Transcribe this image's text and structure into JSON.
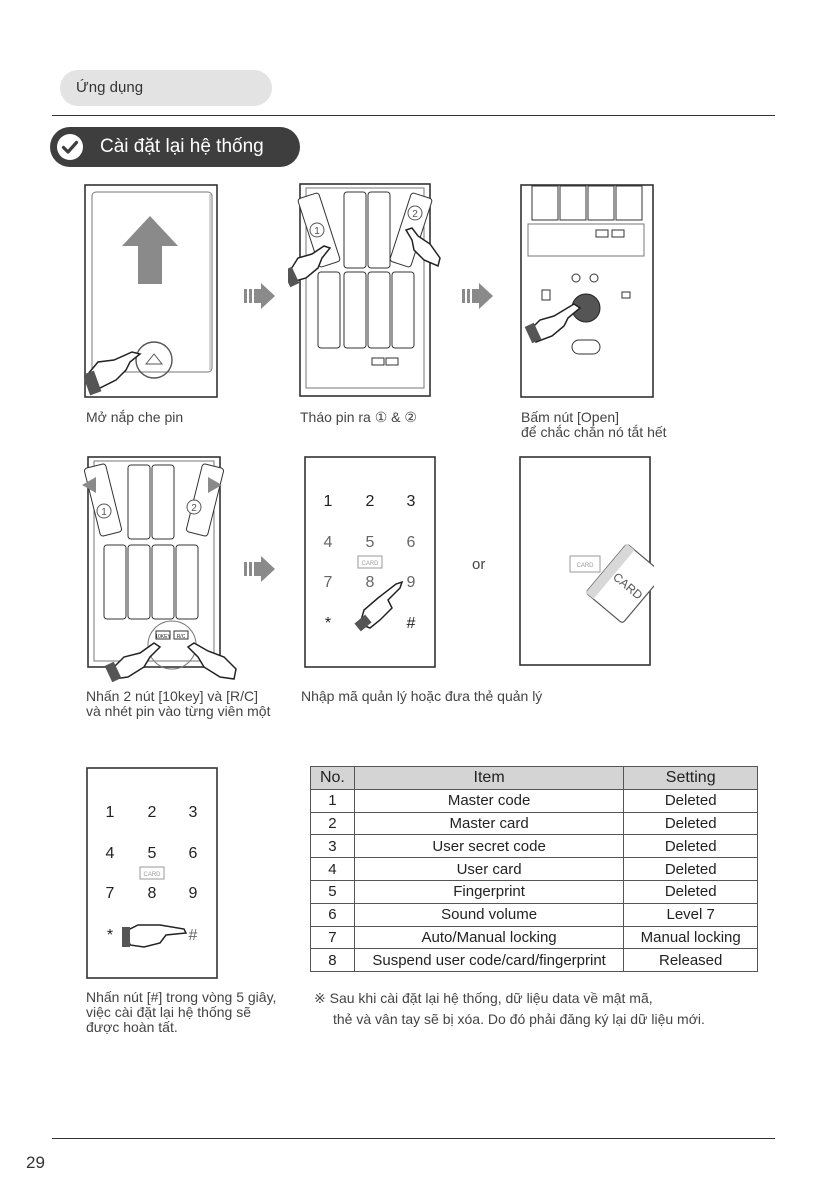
{
  "header": {
    "tag": "Ứng dụng",
    "section_title": "Cài đặt lại hệ thống"
  },
  "steps": {
    "step1_caption": "Mở nắp che pin",
    "step2_caption": "Tháo pin ra ① & ②",
    "step3_caption_line1": "Bấm nút [Open]",
    "step3_caption_line2": "để chắc chắn nó tắt hết",
    "step4_caption_line1": "Nhấn 2 nút [10key] và [R/C]",
    "step4_caption_line2": "và nhét pin vào từng viên một",
    "step5_caption": "Nhập mã quản lý hoặc đưa thẻ quản lý",
    "or_label": "or",
    "step6_caption_line1": "Nhấn nút [#] trong vòng 5 giây,",
    "step6_caption_line2": "việc cài đặt lại hệ thống sẽ",
    "step6_caption_line3": "được hoàn tất."
  },
  "figures": {
    "battery_marker_1": "1",
    "battery_marker_2": "2",
    "button_label_10key": "10KEY",
    "button_label_rc": "R/C",
    "card_icon_label": "CARD",
    "card_label": "CARD",
    "keypad_keys": [
      "1",
      "2",
      "3",
      "4",
      "5",
      "6",
      "7",
      "8",
      "9",
      "*",
      "#"
    ]
  },
  "table": {
    "headers": [
      "No.",
      "Item",
      "Setting"
    ],
    "rows": [
      {
        "no": "1",
        "item": "Master code",
        "setting": "Deleted"
      },
      {
        "no": "2",
        "item": "Master card",
        "setting": "Deleted"
      },
      {
        "no": "3",
        "item": "User secret code",
        "setting": "Deleted"
      },
      {
        "no": "4",
        "item": "User card",
        "setting": "Deleted"
      },
      {
        "no": "5",
        "item": "Fingerprint",
        "setting": "Deleted"
      },
      {
        "no": "6",
        "item": "Sound volume",
        "setting": "Level 7"
      },
      {
        "no": "7",
        "item": "Auto/Manual locking",
        "setting": "Manual locking"
      },
      {
        "no": "8",
        "item": "Suspend user code/card/fingerprint",
        "setting": "Released"
      }
    ]
  },
  "note": {
    "symbol": "※",
    "line1": "Sau khi cài đặt lại hệ thống, dữ liệu data về mật mã,",
    "line2": "thẻ và vân tay sẽ bị xóa. Do đó phải đăng ký lại dữ liệu mới."
  },
  "footer": {
    "page_number": "29"
  },
  "colors": {
    "section_pill": "#3e3e3e",
    "tag_pill": "#e3e3e3",
    "table_header": "#d4d4d4",
    "arrow_gray": "#8a8a8a"
  }
}
